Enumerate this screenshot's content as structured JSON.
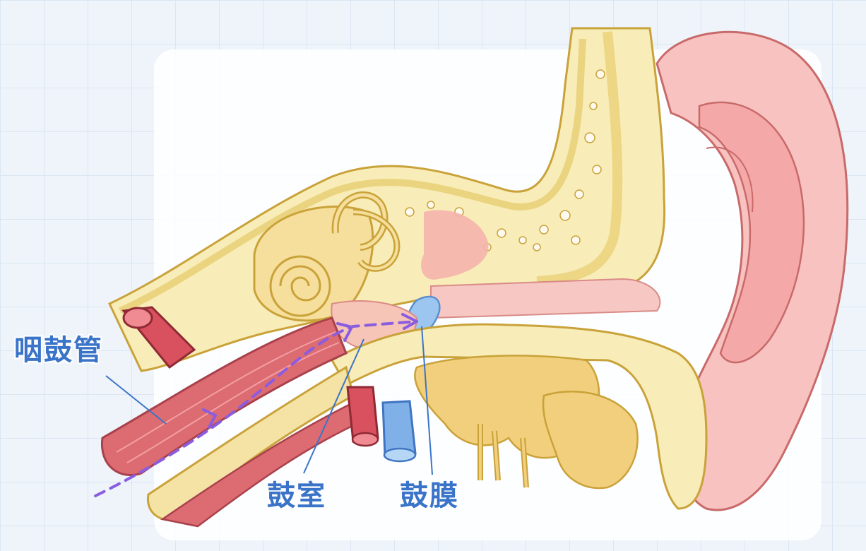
{
  "labels": {
    "eustachian_tube": "咽鼓管",
    "tympanic_cavity": "鼓室",
    "eardrum": "鼓膜"
  },
  "colors": {
    "label": "#3a74c9",
    "arrow": "#8a5ce0",
    "muscle": "#d9626a",
    "bone": "#f5e3a6",
    "skin": "#f8c6c4",
    "artery": "#d9505e",
    "vein": "#7fb1e8"
  }
}
